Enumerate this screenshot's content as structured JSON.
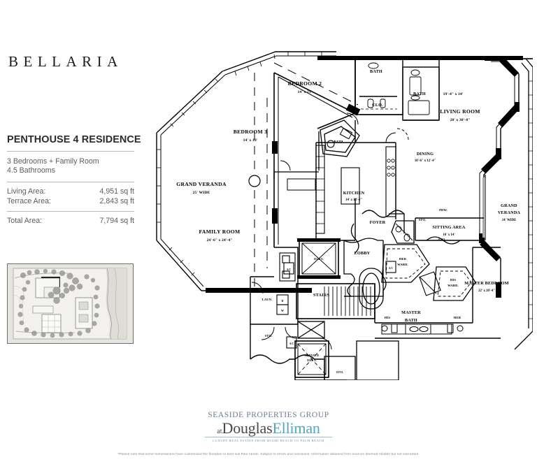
{
  "brand": {
    "name": "BELLARIA"
  },
  "spec": {
    "residence_title": "PENTHOUSE 4 RESIDENCE",
    "bedrooms_line": "3 Bedrooms + Family Room",
    "bathrooms_line": "4.5 Bathrooms",
    "areas": [
      {
        "label": "Living Area:",
        "value": "4,951 sq ft"
      },
      {
        "label": "Terrace Area:",
        "value": "2,843 sq ft"
      }
    ],
    "total": {
      "label": "Total Area:",
      "value": "7,794 sq ft"
    }
  },
  "sitemap": {
    "caption": "site-plan-thumbnail"
  },
  "plan": {
    "rooms": [
      {
        "key": "grand_veranda_left",
        "name": "GRAND VERANDA",
        "dim": "25' WIDE"
      },
      {
        "key": "bedroom_2",
        "name": "BEDROOM 2",
        "dim": "14' x 21'"
      },
      {
        "key": "bedroom_3",
        "name": "BEDROOM 3",
        "dim": "14' x 18'"
      },
      {
        "key": "family_room",
        "name": "FAMILY ROOM",
        "dim": "24'-6\" x 24'-4\""
      },
      {
        "key": "kitchen",
        "name": "KITCHEN",
        "dim": "14' x 18'-4\""
      },
      {
        "key": "dining",
        "name": "DINING",
        "dim": "18'-6\" x 12'-4\""
      },
      {
        "key": "den",
        "name": "",
        "dim": "19'-4\" x 14'"
      },
      {
        "key": "living_room",
        "name": "LIVING ROOM",
        "dim": "28' x 30'-8\""
      },
      {
        "key": "sitting_area",
        "name": "SITTING AREA",
        "dim": "16' x 14'"
      },
      {
        "key": "grand_veranda_right",
        "name": "GRAND VERANDA",
        "dim": "14' WIDE"
      },
      {
        "key": "master_bedroom",
        "name": "MASTER BEDROOM",
        "dim": "22' x 20'-4\""
      }
    ],
    "labels": {
      "bath_top": "BATH",
      "bath_right": "BATH",
      "bath_bed3": "BATH",
      "closet": "CLO.",
      "foyer": "FOYER",
      "lobby": "LOBBY",
      "elevator": "ELEV.",
      "service_elevator": "SERVICE ELEV.",
      "laundry": "LAUN.",
      "storage_1": "STO.",
      "storage_2": "STO.",
      "storage_3": "STO.",
      "storage_4": "STO.",
      "powder": "PDW.",
      "stairs": "STAIRS",
      "master_bath": "MASTER BATH",
      "his_bath": "HIS",
      "her_bath": "HER",
      "his_ward": "HIS WARD.",
      "her_ward": "HER WARD.",
      "ac_1": "A/C",
      "ac_2": "A/C",
      "ac_3": "A/C",
      "dryer": "D",
      "washer": "W"
    }
  },
  "footer": {
    "group_name": "SEASIDE PROPERTIES GROUP",
    "at": "at",
    "brand_first": "Douglas",
    "brand_second": "Elliman",
    "tagline": "LUXURY REAL ESTATE FROM MIAMI BEACH TO PALM BEACH",
    "accent_color": "#4fa8bd",
    "group_color": "#6b7f94"
  },
  "disclaimer": {
    "text": "*Please note that some homeowners have customized the floorplan to best suit their needs. Subject to errors and omissions. Information obtained from sources deemed reliable but not warranted."
  }
}
